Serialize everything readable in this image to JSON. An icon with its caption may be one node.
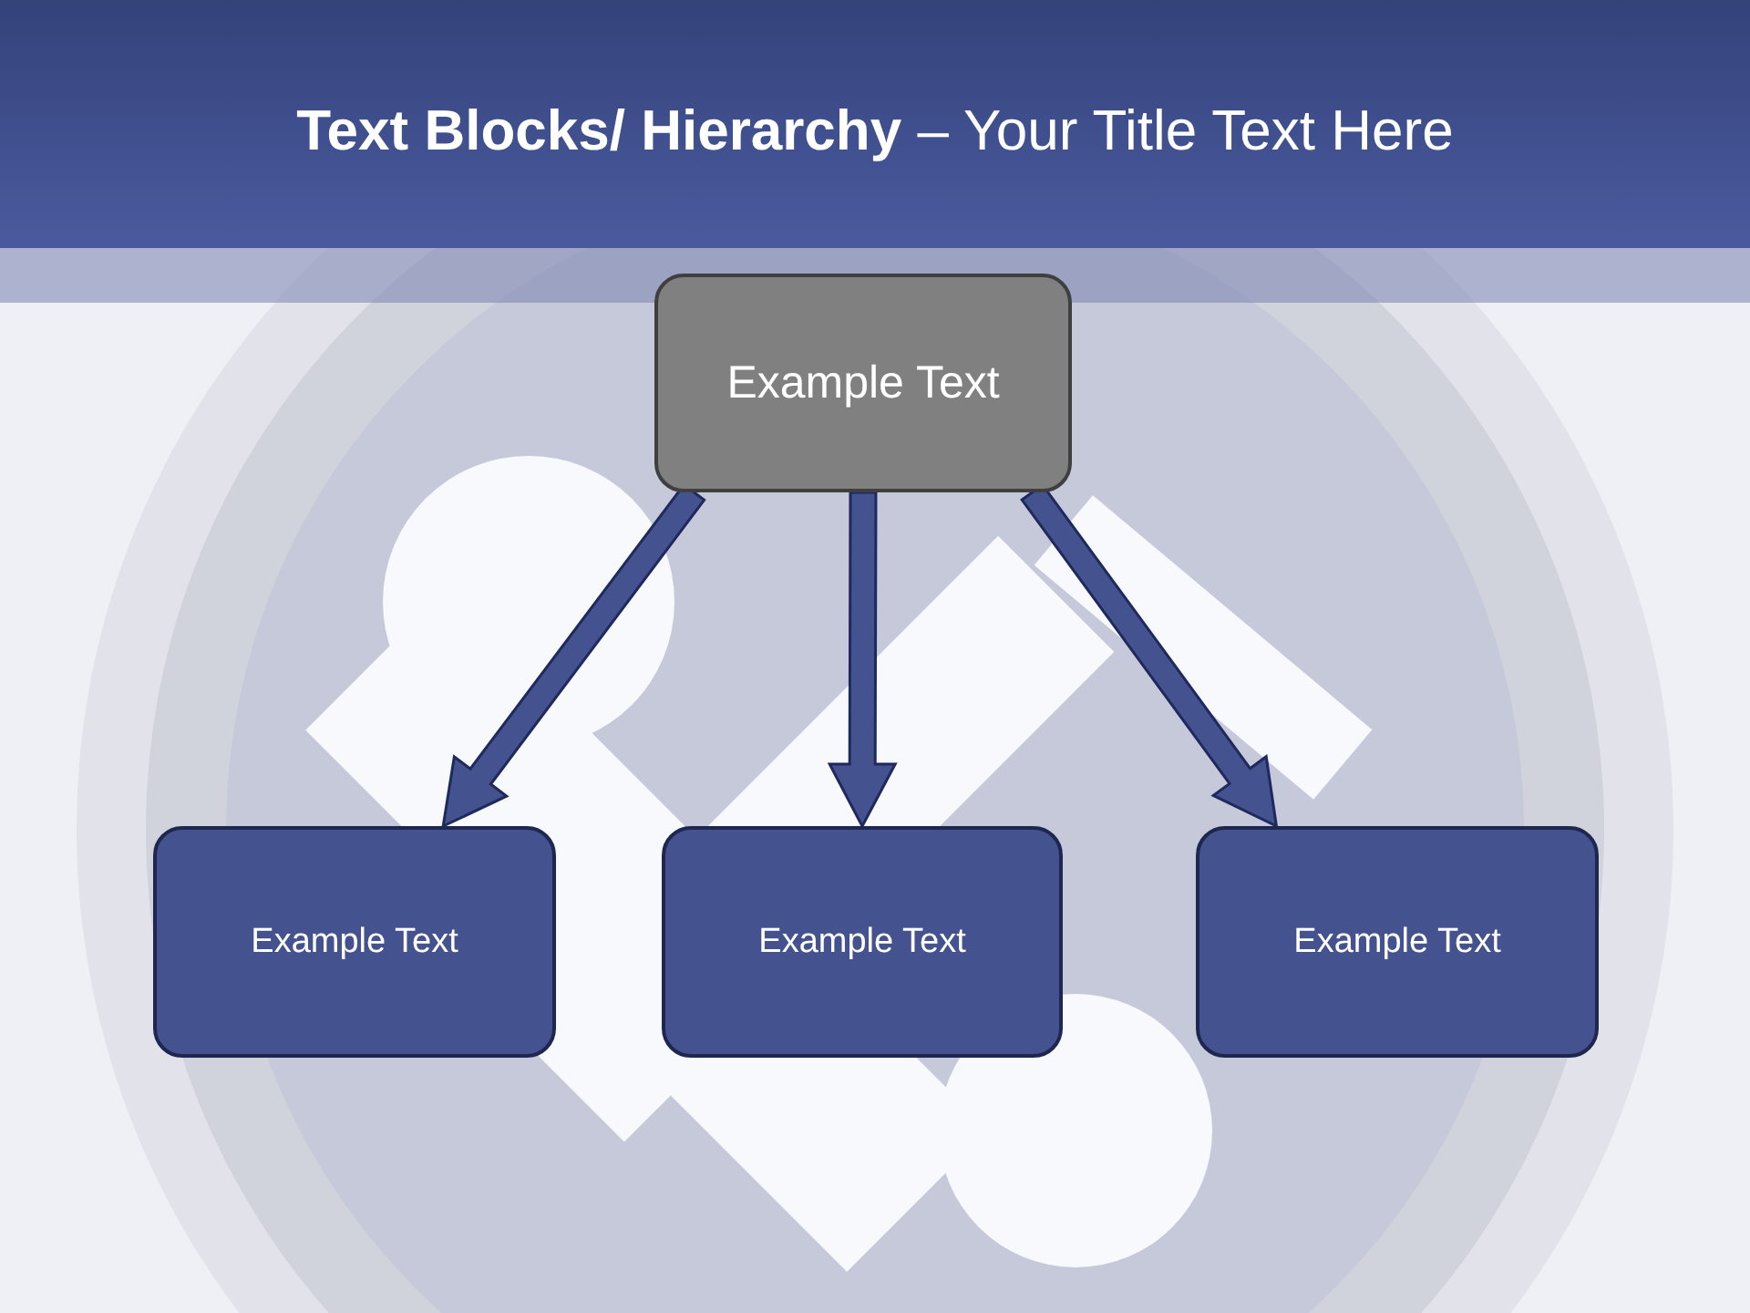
{
  "diagram": {
    "title": "**Text Blocks/ Hierarchy** – Your Title Text Here",
    "nodes": [
      {
        "text": [
          "Example Text"
        ]
      },
      {
        "text": [
          "Example Text"
        ]
      },
      {
        "text": [
          "Example Text"
        ]
      },
      {
        "text": [
          "Example Text"
        ]
      }
    ],
    "edges": [
      {
        "from": 0,
        "to": 1,
        "arrow": "to"
      },
      {
        "from": 0,
        "to": 2,
        "arrow": "to"
      },
      {
        "from": 0,
        "to": 3,
        "arrow": "to"
      }
    ]
  }
}
